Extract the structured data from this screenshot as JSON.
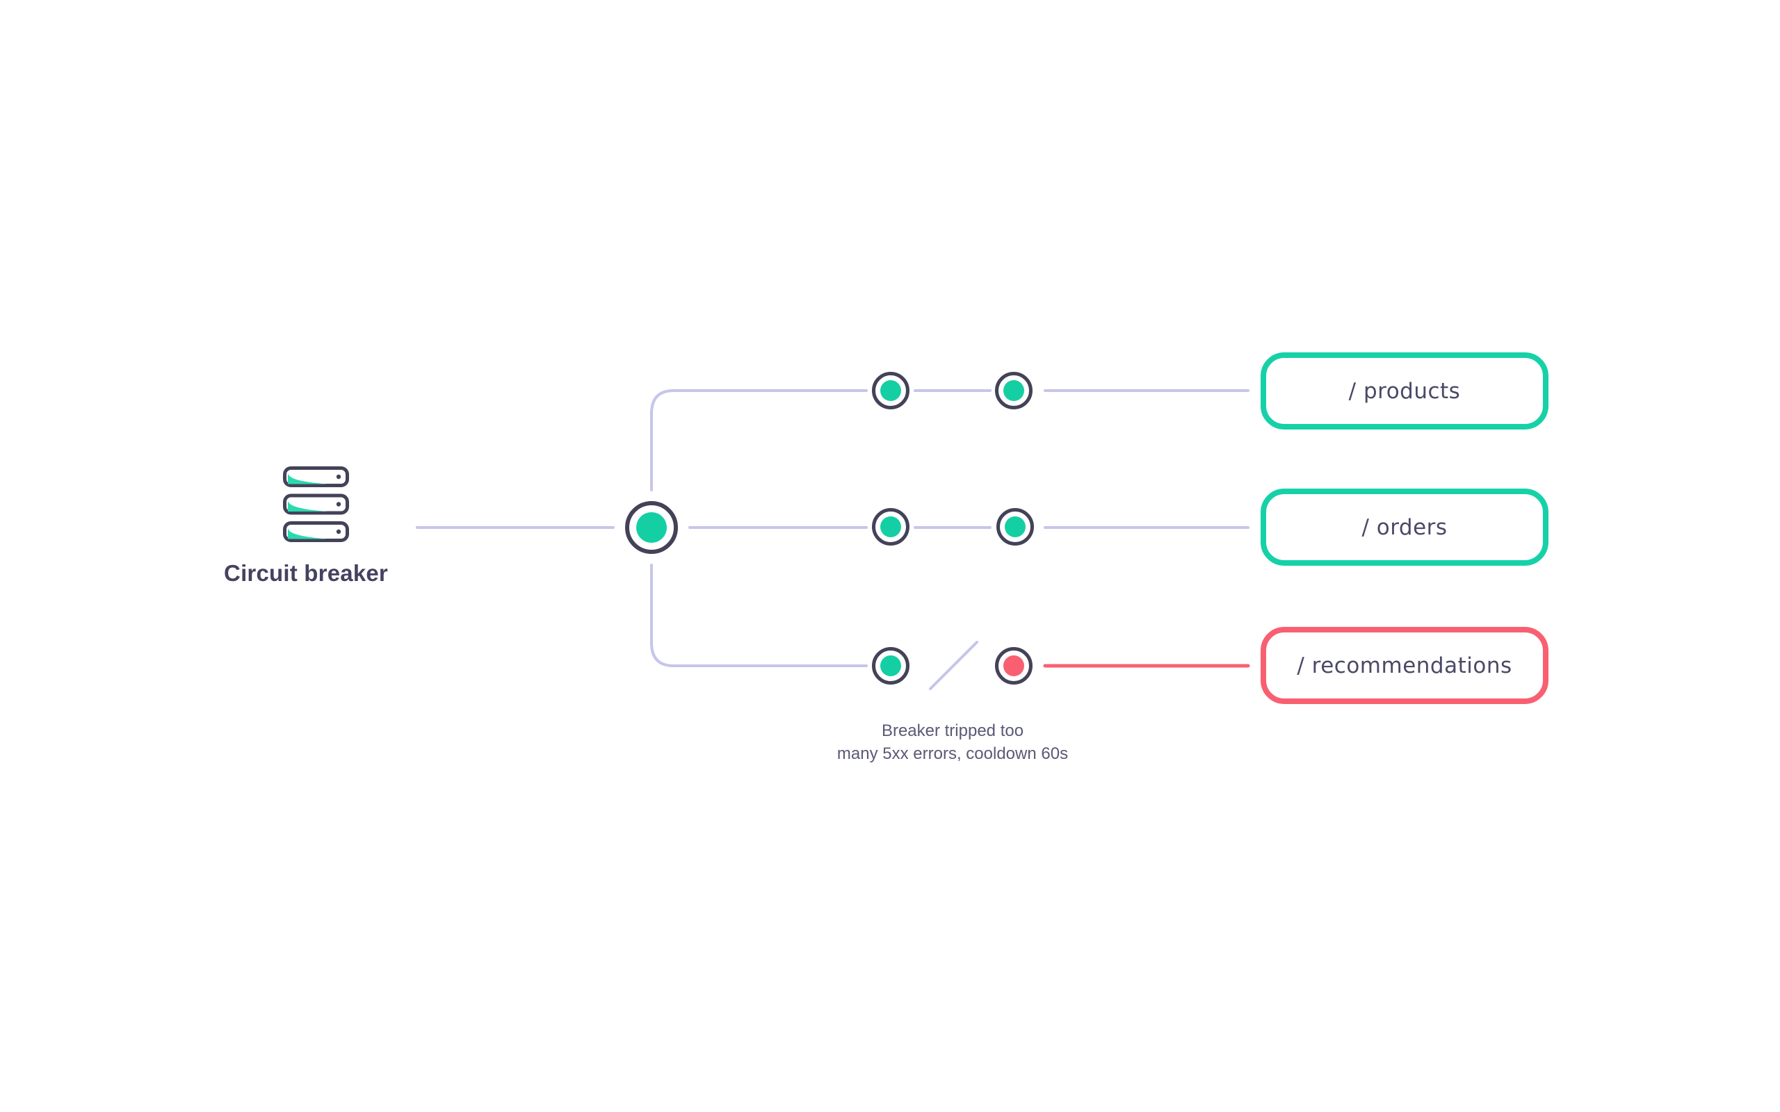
{
  "colors": {
    "ink": "#434258",
    "healthy": "#14cfa4",
    "tripped": "#f86072",
    "wire": "#c6c5e9",
    "label_text": "#4b4967"
  },
  "source": {
    "label": "Circuit breaker",
    "icon": "server-stack-icon"
  },
  "endpoints": [
    {
      "label": "/ products",
      "status": "healthy"
    },
    {
      "label": "/ orders",
      "status": "healthy"
    },
    {
      "label": "/ recommendations",
      "status": "tripped"
    }
  ],
  "note": {
    "line1": "Breaker tripped too",
    "line2": "many 5xx errors, cooldown 60s"
  }
}
